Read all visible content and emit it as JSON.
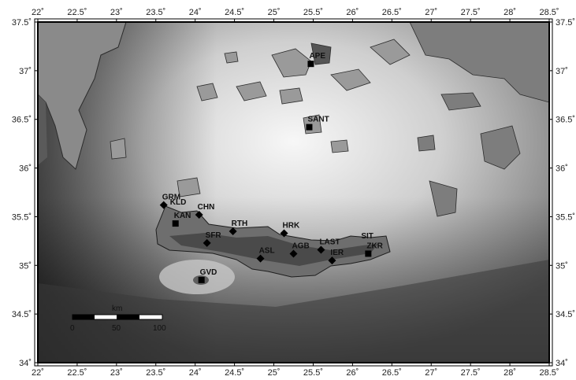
{
  "map": {
    "lon_range": [
      22,
      28.5
    ],
    "lat_range": [
      34,
      37.5
    ],
    "lon_ticks": [
      "22˚",
      "22.5˚",
      "23˚",
      "23.5˚",
      "24˚",
      "24.5˚",
      "25˚",
      "25.5˚",
      "26˚",
      "26.5˚",
      "27˚",
      "27.5˚",
      "28˚",
      "28.5˚"
    ],
    "lon_values": [
      22,
      22.5,
      23,
      23.5,
      24,
      24.5,
      25,
      25.5,
      26,
      26.5,
      27,
      27.5,
      28,
      28.5
    ],
    "lat_ticks": [
      "34˚",
      "34.5˚",
      "35˚",
      "35.5˚",
      "36˚",
      "36.5˚",
      "37˚",
      "37.5˚"
    ],
    "lat_values": [
      34,
      34.5,
      35,
      35.5,
      36,
      36.5,
      37,
      37.5
    ]
  },
  "stations": [
    {
      "code": "APE",
      "lon": 25.47,
      "lat": 37.07,
      "marker": "square"
    },
    {
      "code": "SANT",
      "lon": 25.45,
      "lat": 36.42,
      "marker": "square"
    },
    {
      "code": "GRM",
      "lon": 23.6,
      "lat": 35.62,
      "marker": "diamond"
    },
    {
      "code": "KLD",
      "lon": 23.7,
      "lat": 35.57,
      "marker": "none"
    },
    {
      "code": "CHN",
      "lon": 24.05,
      "lat": 35.52,
      "marker": "diamond"
    },
    {
      "code": "KAN",
      "lon": 23.75,
      "lat": 35.43,
      "marker": "square"
    },
    {
      "code": "SFR",
      "lon": 24.15,
      "lat": 35.23,
      "marker": "diamond"
    },
    {
      "code": "RTH",
      "lon": 24.48,
      "lat": 35.35,
      "marker": "diamond"
    },
    {
      "code": "HRK",
      "lon": 25.13,
      "lat": 35.33,
      "marker": "diamond"
    },
    {
      "code": "AGB",
      "lon": 25.25,
      "lat": 35.12,
      "marker": "diamond"
    },
    {
      "code": "ASL",
      "lon": 24.83,
      "lat": 35.07,
      "marker": "diamond"
    },
    {
      "code": "LAST",
      "lon": 25.6,
      "lat": 35.16,
      "marker": "diamond"
    },
    {
      "code": "IER",
      "lon": 25.74,
      "lat": 35.05,
      "marker": "diamond"
    },
    {
      "code": "SIT",
      "lon": 26.13,
      "lat": 35.22,
      "marker": "none"
    },
    {
      "code": "ZKR",
      "lon": 26.2,
      "lat": 35.12,
      "marker": "square"
    },
    {
      "code": "GVD",
      "lon": 24.08,
      "lat": 34.85,
      "marker": "square"
    }
  ],
  "scale_bar": {
    "unit": "km",
    "labels": [
      "0",
      "50",
      "100"
    ]
  },
  "colors": {
    "frame": "#000000",
    "sea_light": "#f2f2f2",
    "sea_dark": "#5a5a5a",
    "land": "#bdbdbd",
    "land_dark": "#3c3c3c"
  }
}
